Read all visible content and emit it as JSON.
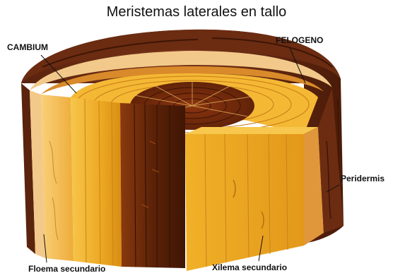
{
  "title": "Meristemas laterales en tallo",
  "labels": {
    "cambium": "CAMBIUM",
    "felogeno": "FELOGENO",
    "peridermis": "Peridermis",
    "floema": "Floema secundario",
    "xilema": "Xilema  secundario"
  },
  "colors": {
    "bark_outer": "#6b2c12",
    "bark_inner": "#b85a2a",
    "phloem": "#f2c98a",
    "wood_light": "#f5b82a",
    "wood_mid": "#e49a14",
    "heartwood": "#7a2f0a",
    "heartwood_dark": "#4e1d06"
  }
}
